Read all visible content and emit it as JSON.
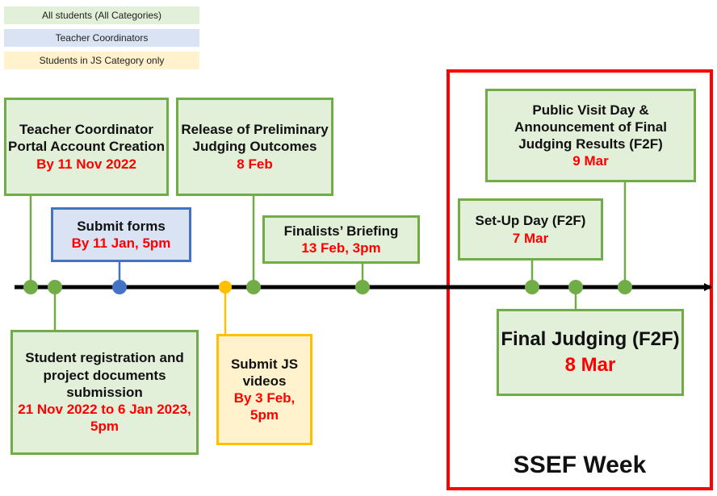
{
  "legend": [
    {
      "label": "All students (All Categories)",
      "color": "#e2efd9"
    },
    {
      "label": "Teacher Coordinators",
      "color": "#dae3f3"
    },
    {
      "label": "Students in JS Category only",
      "color": "#fff2cc"
    }
  ],
  "events": {
    "teacher_portal": {
      "title": "Teacher Coordinator Portal Account Creation",
      "date": "By 11 Nov 2022"
    },
    "student_registration": {
      "title": "Student registration and project documents submission",
      "date": "21 Nov 2022 to 6 Jan 2023, 5pm"
    },
    "submit_forms": {
      "title": "Submit forms",
      "date": "By 11 Jan, 5pm"
    },
    "submit_js_videos": {
      "title": "Submit JS videos",
      "date": "By 3 Feb, 5pm"
    },
    "preliminary_outcomes": {
      "title": "Release of Preliminary Judging Outcomes",
      "date": "8 Feb"
    },
    "finalists_briefing": {
      "title": "Finalists’ Briefing",
      "date": "13 Feb, 3pm"
    },
    "setup_day": {
      "title": "Set-Up Day (F2F)",
      "date": "7 Mar"
    },
    "final_judging": {
      "title": "Final Judging (F2F)",
      "date": "8 Mar"
    },
    "public_visit": {
      "title": "Public Visit Day & Announcement of Final Judging Results (F2F)",
      "date": "9 Mar"
    }
  },
  "ssef_week_label": "SSEF Week",
  "colors": {
    "green_border": "#70ad47",
    "green_fill": "#e2efd9",
    "blue_border": "#4472c4",
    "blue_fill": "#dae3f3",
    "yellow_border": "#ffc000",
    "yellow_fill": "#fff2cc",
    "date_red": "#ff0000",
    "ssef_border": "#ff0000"
  }
}
